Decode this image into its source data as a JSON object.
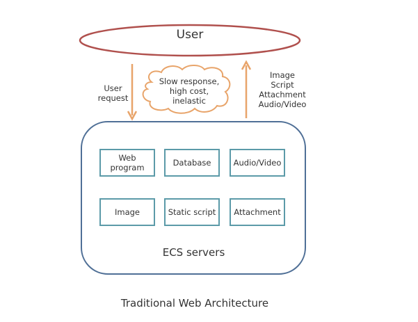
{
  "title": "Traditional Web Architecture",
  "user": {
    "label": "User"
  },
  "request_arrow": {
    "label_lines": [
      "User",
      "request"
    ]
  },
  "response_arrow": {
    "label_lines": [
      "Image",
      "Script",
      "Attachment",
      "Audio/Video"
    ]
  },
  "cloud": {
    "lines": [
      "Slow response,",
      "high cost,",
      "inelastic"
    ]
  },
  "servers": {
    "label": "ECS servers",
    "components": [
      {
        "lines": [
          "Web",
          "program"
        ]
      },
      {
        "lines": [
          "Database"
        ]
      },
      {
        "lines": [
          "Audio/Video"
        ]
      },
      {
        "lines": [
          "Image"
        ]
      },
      {
        "lines": [
          "Static script"
        ]
      },
      {
        "lines": [
          "Attachment"
        ]
      }
    ]
  },
  "colors": {
    "user_ellipse": "#b0504d",
    "arrow": "#e8a46a",
    "cloud": "#e8a46a",
    "server_border": "#4f6f96",
    "component_border": "#5b9aa8"
  }
}
